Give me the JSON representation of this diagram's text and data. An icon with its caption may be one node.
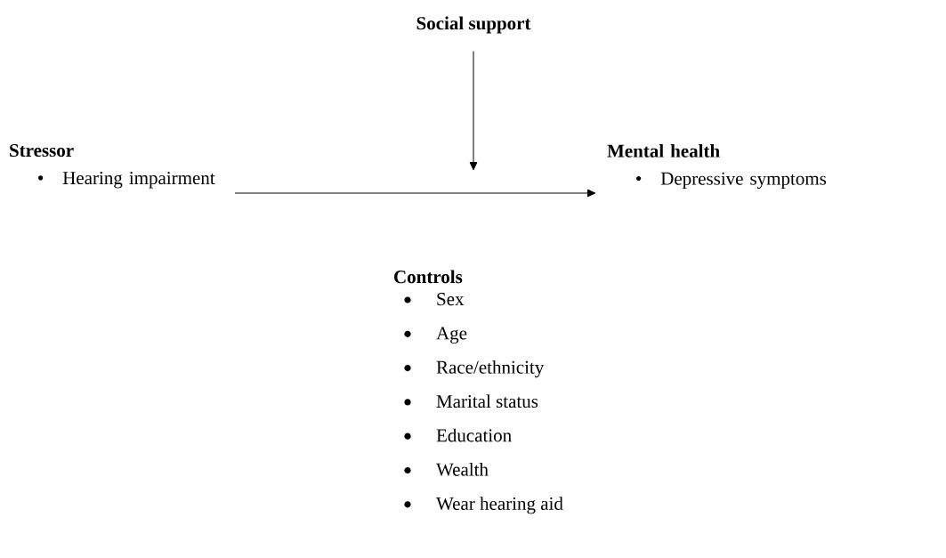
{
  "diagram": {
    "nodes": [
      {
        "text": [
          "Social support"
        ]
      },
      {
        "text": [
          "Stressor",
          "Hearing impairment"
        ]
      },
      {
        "text": [
          "Mental health",
          "Depressive symptoms"
        ]
      }
    ],
    "edges": [
      {
        "from": 0,
        "to": null,
        "arrow": "to"
      },
      {
        "from": 1,
        "to": 2,
        "arrow": "to"
      }
    ],
    "labels": [
      "Controls",
      "Sex",
      "Age",
      "Race/ethnicity",
      "Marital status",
      "Education",
      "Wealth",
      "Wear hearing aid"
    ]
  }
}
